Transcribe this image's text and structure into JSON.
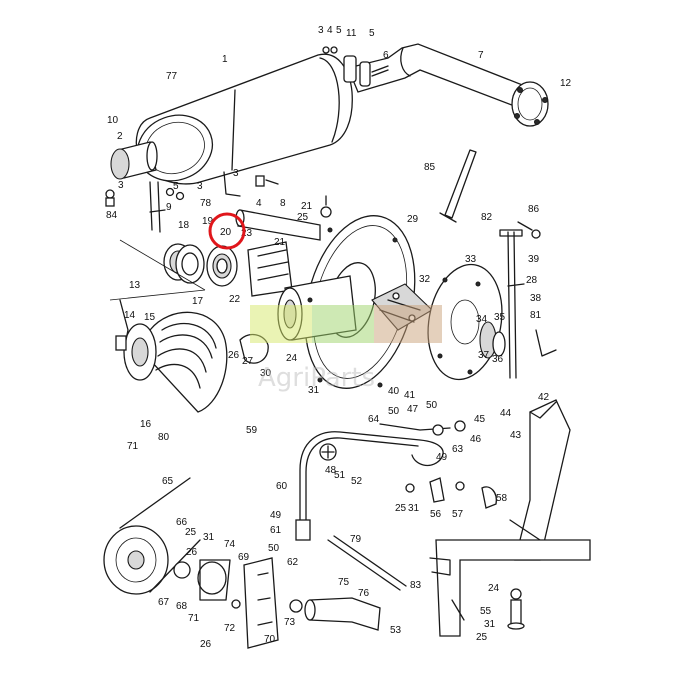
{
  "diagram": {
    "highlight_color": "#e0161b",
    "highlighted_part": "20",
    "watermark_colors": [
      "#d6e86a",
      "#9ed36a",
      "#c9a27a"
    ],
    "watermark_text": "AgriParts",
    "callouts": [
      {
        "id": "c1",
        "label": "1"
      },
      {
        "id": "c2",
        "label": "2"
      },
      {
        "id": "c3a",
        "label": "3"
      },
      {
        "id": "c4a",
        "label": "4"
      },
      {
        "id": "c5a",
        "label": "5"
      },
      {
        "id": "c11",
        "label": "11"
      },
      {
        "id": "c5b",
        "label": "5"
      },
      {
        "id": "c6",
        "label": "6"
      },
      {
        "id": "c7",
        "label": "7"
      },
      {
        "id": "c12",
        "label": "12"
      },
      {
        "id": "c77",
        "label": "77"
      },
      {
        "id": "c10",
        "label": "10"
      },
      {
        "id": "c85",
        "label": "85"
      },
      {
        "id": "c3b",
        "label": "3"
      },
      {
        "id": "c5c",
        "label": "5"
      },
      {
        "id": "c3c",
        "label": "3"
      },
      {
        "id": "c4b",
        "label": "4"
      },
      {
        "id": "c8",
        "label": "8"
      },
      {
        "id": "c84",
        "label": "84"
      },
      {
        "id": "c9",
        "label": "9"
      },
      {
        "id": "c78",
        "label": "78"
      },
      {
        "id": "c3d",
        "label": "3"
      },
      {
        "id": "c21a",
        "label": "21"
      },
      {
        "id": "c25a",
        "label": "25"
      },
      {
        "id": "c29",
        "label": "29"
      },
      {
        "id": "c82",
        "label": "82"
      },
      {
        "id": "c86",
        "label": "86"
      },
      {
        "id": "c18",
        "label": "18"
      },
      {
        "id": "c19",
        "label": "19"
      },
      {
        "id": "c20",
        "label": "20"
      },
      {
        "id": "c23",
        "label": "23"
      },
      {
        "id": "c21b",
        "label": "21"
      },
      {
        "id": "c39",
        "label": "39"
      },
      {
        "id": "c33",
        "label": "33"
      },
      {
        "id": "c32",
        "label": "32"
      },
      {
        "id": "c28",
        "label": "28"
      },
      {
        "id": "c38",
        "label": "38"
      },
      {
        "id": "c13",
        "label": "13"
      },
      {
        "id": "c17",
        "label": "17"
      },
      {
        "id": "c22",
        "label": "22"
      },
      {
        "id": "c34",
        "label": "34"
      },
      {
        "id": "c35",
        "label": "35"
      },
      {
        "id": "c81",
        "label": "81"
      },
      {
        "id": "c14",
        "label": "14"
      },
      {
        "id": "c15",
        "label": "15"
      },
      {
        "id": "c26a",
        "label": "26"
      },
      {
        "id": "c27",
        "label": "27"
      },
      {
        "id": "c30",
        "label": "30"
      },
      {
        "id": "c24a",
        "label": "24"
      },
      {
        "id": "c37",
        "label": "37"
      },
      {
        "id": "c36",
        "label": "36"
      },
      {
        "id": "c40",
        "label": "40"
      },
      {
        "id": "c41",
        "label": "41"
      },
      {
        "id": "c31a",
        "label": "31"
      },
      {
        "id": "c42",
        "label": "42"
      },
      {
        "id": "c16",
        "label": "16"
      },
      {
        "id": "c64",
        "label": "64"
      },
      {
        "id": "c50a",
        "label": "50"
      },
      {
        "id": "c47",
        "label": "47"
      },
      {
        "id": "c50b",
        "label": "50"
      },
      {
        "id": "c45",
        "label": "45"
      },
      {
        "id": "c44",
        "label": "44"
      },
      {
        "id": "c43",
        "label": "43"
      },
      {
        "id": "c59",
        "label": "59"
      },
      {
        "id": "c46",
        "label": "46"
      },
      {
        "id": "c49a",
        "label": "49"
      },
      {
        "id": "c63",
        "label": "63"
      },
      {
        "id": "c48",
        "label": "48"
      },
      {
        "id": "c71a",
        "label": "71"
      },
      {
        "id": "c80",
        "label": "80"
      },
      {
        "id": "c51",
        "label": "51"
      },
      {
        "id": "c52",
        "label": "52"
      },
      {
        "id": "c65",
        "label": "65"
      },
      {
        "id": "c60",
        "label": "60"
      },
      {
        "id": "c25b",
        "label": "25"
      },
      {
        "id": "c31b",
        "label": "31"
      },
      {
        "id": "c56",
        "label": "56"
      },
      {
        "id": "c57",
        "label": "57"
      },
      {
        "id": "c58",
        "label": "58"
      },
      {
        "id": "c49b",
        "label": "49"
      },
      {
        "id": "c66",
        "label": "66"
      },
      {
        "id": "c61",
        "label": "61"
      },
      {
        "id": "c25c",
        "label": "25"
      },
      {
        "id": "c31c",
        "label": "31"
      },
      {
        "id": "c74",
        "label": "74"
      },
      {
        "id": "c50c",
        "label": "50"
      },
      {
        "id": "c79",
        "label": "79"
      },
      {
        "id": "c26b",
        "label": "26"
      },
      {
        "id": "c69",
        "label": "69"
      },
      {
        "id": "c62",
        "label": "62"
      },
      {
        "id": "c67",
        "label": "67"
      },
      {
        "id": "c68",
        "label": "68"
      },
      {
        "id": "c75",
        "label": "75"
      },
      {
        "id": "c83",
        "label": "83"
      },
      {
        "id": "c24b",
        "label": "24"
      },
      {
        "id": "c76",
        "label": "76"
      },
      {
        "id": "c73",
        "label": "73"
      },
      {
        "id": "c55",
        "label": "55"
      },
      {
        "id": "c31d",
        "label": "31"
      },
      {
        "id": "c71b",
        "label": "71"
      },
      {
        "id": "c72",
        "label": "72"
      },
      {
        "id": "c70",
        "label": "70"
      },
      {
        "id": "c53",
        "label": "53"
      },
      {
        "id": "c26c",
        "label": "26"
      },
      {
        "id": "c25d",
        "label": "25"
      }
    ]
  }
}
